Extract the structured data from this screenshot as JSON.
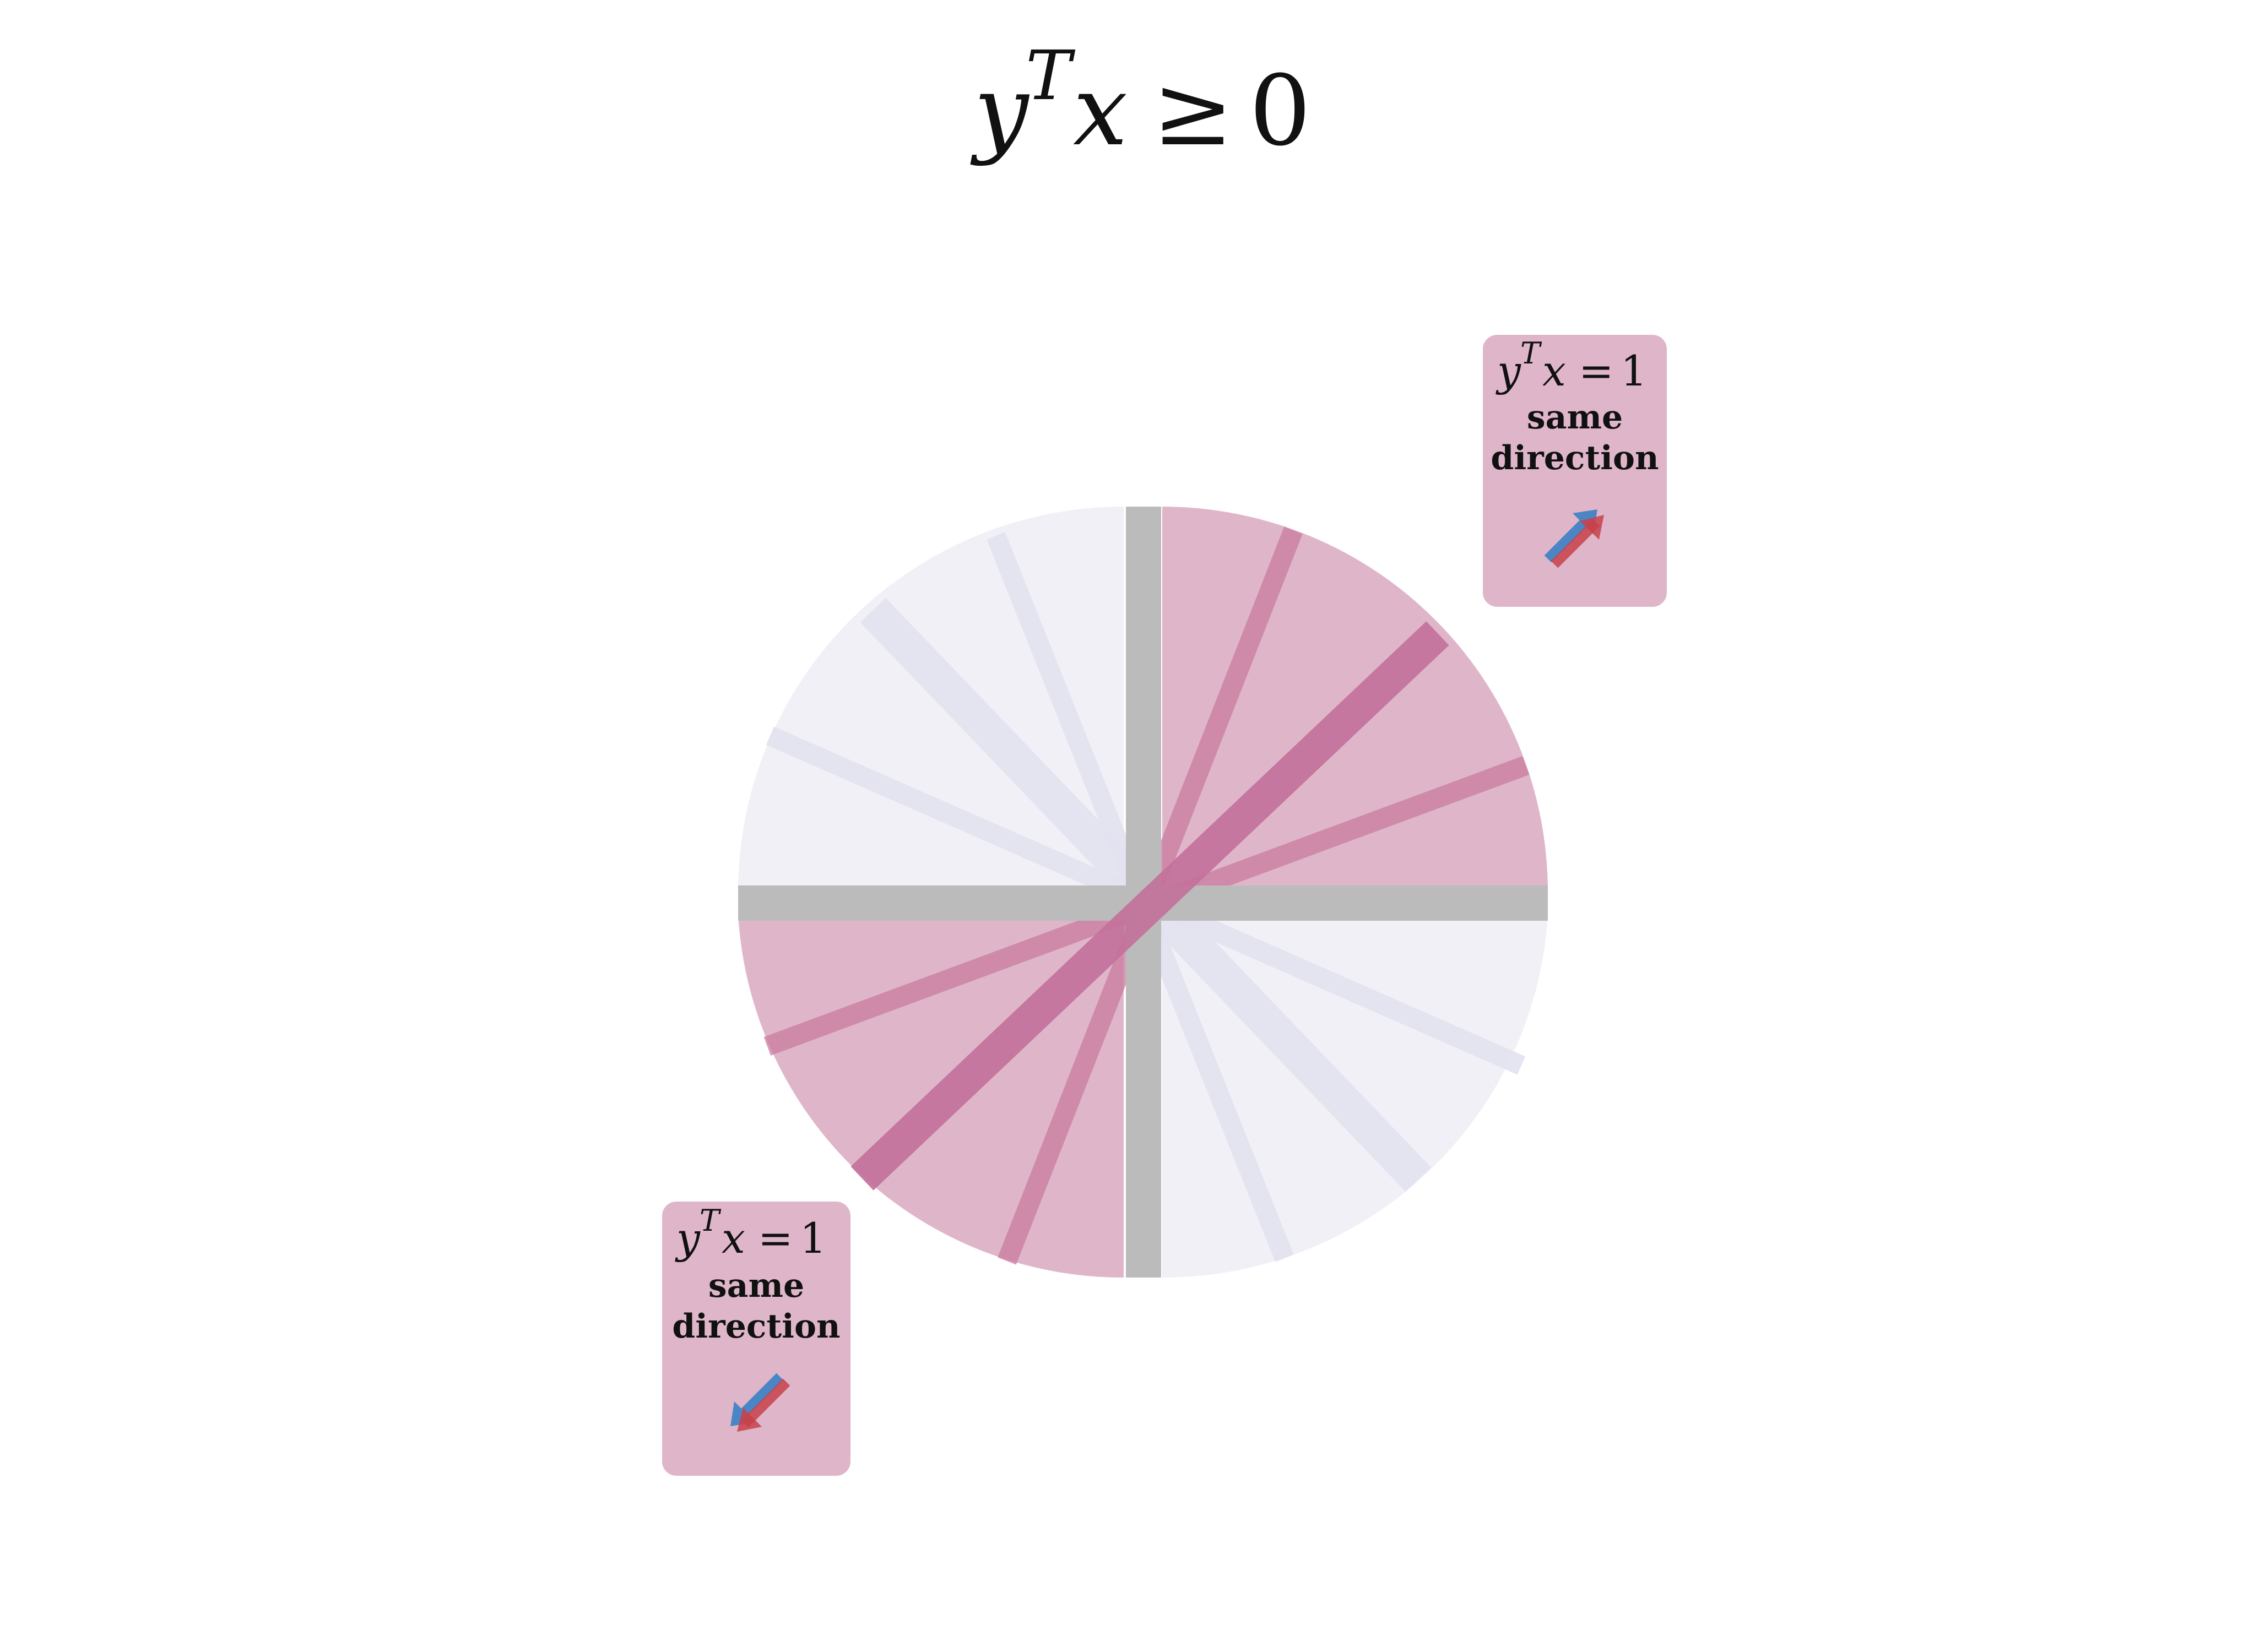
{
  "title": {
    "y": "y",
    "sup": "T",
    "x": "x",
    "op": "≥",
    "rhs": "0"
  },
  "callouts": [
    {
      "eq_y": "y",
      "eq_sup": "T",
      "eq_x": "x",
      "eq_op": "=",
      "eq_rhs": "1",
      "line1": "same",
      "line2": "direction",
      "arrow": "arrow-up-right-icon"
    },
    {
      "eq_y": "y",
      "eq_sup": "T",
      "eq_x": "x",
      "eq_op": "=",
      "eq_rhs": "1",
      "line1": "same",
      "line2": "direction",
      "arrow": "arrow-down-left-icon"
    }
  ],
  "colors": {
    "positive_region": "#dfb6c9",
    "negative_region": "#f0f0f6",
    "positive_ray": "#c97b9f",
    "strong_ray": "#c3709a",
    "negative_ray": "#e2e2f0",
    "axes": "#bbbbbb",
    "callout_bg": "#dfb6c9",
    "arrow_blue": "#4a86c5",
    "arrow_red": "#c8424a"
  }
}
